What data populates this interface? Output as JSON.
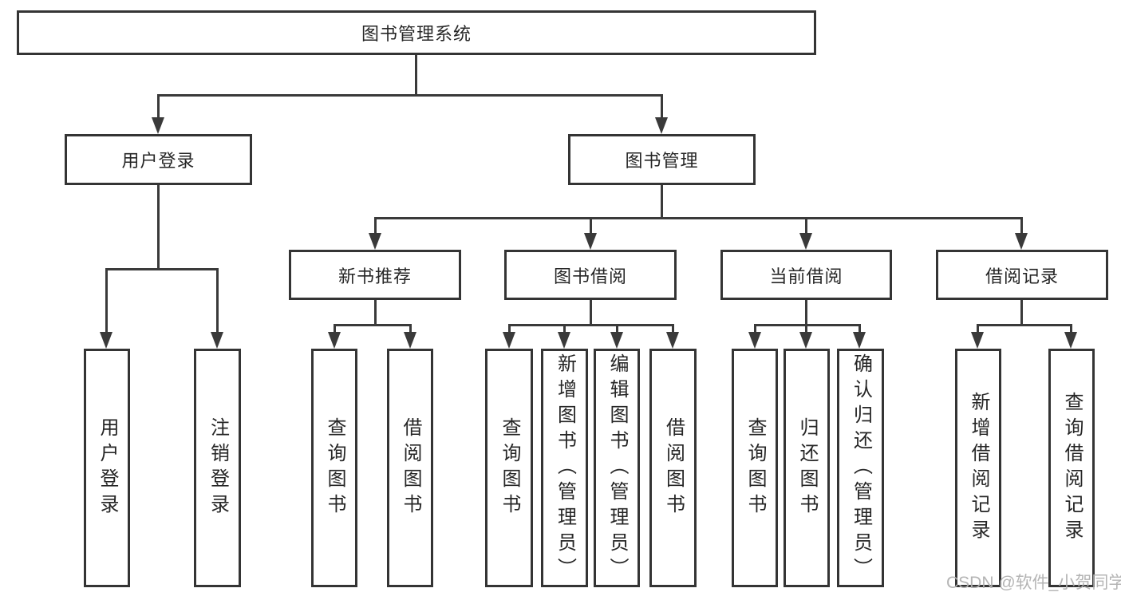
{
  "tree": {
    "root": "图书管理系统",
    "level2": [
      "用户登录",
      "图书管理"
    ],
    "level3": [
      "新书推荐",
      "图书借阅",
      "当前借阅",
      "借阅记录"
    ],
    "leaves": [
      "用户登录",
      "注销登录",
      "查询图书",
      "借阅图书",
      "查询图书",
      "新增图书（管理员）",
      "编辑图书（管理员）",
      "借阅图书",
      "查询图书",
      "归还图书",
      "确认归还（管理员）",
      "新增借阅记录",
      "查询借阅记录"
    ]
  },
  "watermark": "CSDN @软件_小贺同学",
  "colors": {
    "line": "#3a3a3a",
    "box_border": "#343434",
    "box_background": "#ffffff",
    "text": "#262626",
    "watermark": "#b0b0b0",
    "background": "#ffffff"
  }
}
